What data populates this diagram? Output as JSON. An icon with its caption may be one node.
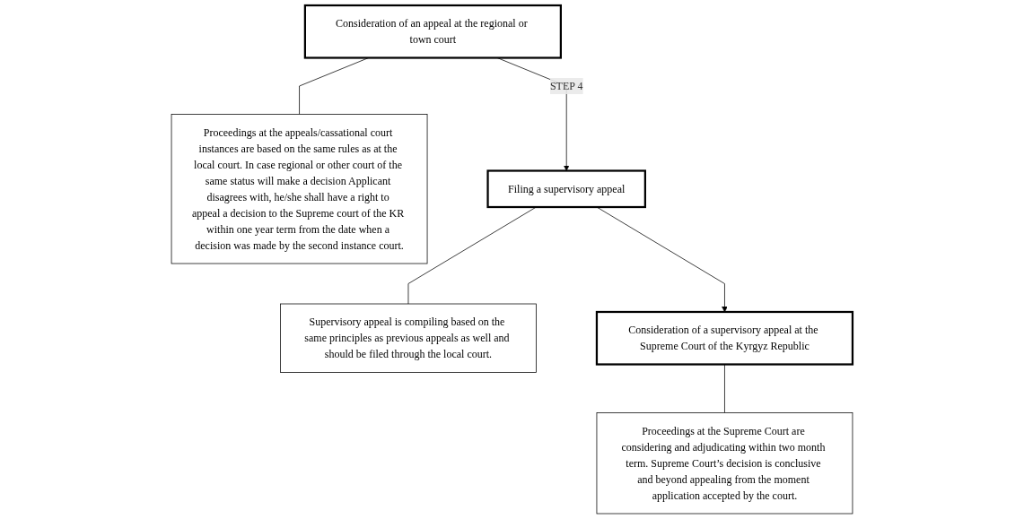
{
  "diagram": {
    "nodes": [
      {
        "text": [
          "Consideration of an appeal at the regional or town court"
        ]
      },
      {
        "text": [
          "Proceedings at the appeals/cassational court instances are based on the same rules as at the local court. In case regional or other court of the same status will make a decision Applicant disagrees with, he/she shall have a right to appeal a decision to the Supreme court of the KR within one year term from the date when a decision was made by the second instance court."
        ]
      },
      {
        "text": [
          "Filing a supervisory appeal"
        ]
      },
      {
        "text": [
          "Supervisory appeal is compiling based on the same principles as previous appeals as well and should be filed through the local court."
        ]
      },
      {
        "text": [
          "Consideration of a supervisory appeal at the Supreme Court of the Kyrgyz Republic"
        ]
      },
      {
        "text": [
          "Proceedings at the Supreme Court are considering and adjudicating within two month term. Supreme Court’s decision is conclusive and beyond appealing from the moment application accepted by the court."
        ]
      }
    ],
    "edges": [
      {
        "from": 0,
        "to": 1,
        "arrow": "none"
      },
      {
        "from": 0,
        "to": 2,
        "arrow": "to",
        "label": "STEP 4"
      },
      {
        "from": 2,
        "to": 3,
        "arrow": "none"
      },
      {
        "from": 2,
        "to": 4,
        "arrow": "to"
      },
      {
        "from": 4,
        "to": 5,
        "arrow": "none"
      }
    ]
  }
}
